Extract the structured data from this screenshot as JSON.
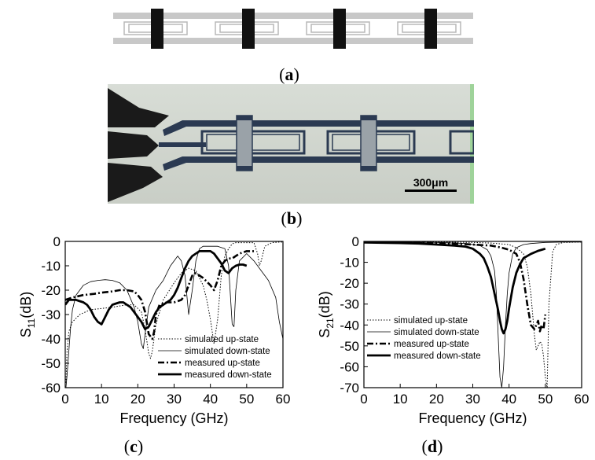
{
  "figure": {
    "panel_a_label": "(a)",
    "panel_a_letter": "a",
    "panel_b_label": "(b)",
    "panel_b_letter": "b",
    "panel_c_label": "(c)",
    "panel_c_letter": "c",
    "panel_d_label": "(d)",
    "panel_d_letter": "d",
    "scale_bar_text": "300μm"
  },
  "chart_data": [
    {
      "type": "line",
      "panel": "c",
      "xlabel": "Frequency (GHz)",
      "ylabel_main": "S",
      "ylabel_sub": "11",
      "ylabel_unit": "(dB)",
      "xlim": [
        0,
        60
      ],
      "ylim": [
        -60,
        0
      ],
      "xticks": [
        0,
        10,
        20,
        30,
        40,
        50,
        60
      ],
      "yticks": [
        0,
        -10,
        -20,
        -30,
        -40,
        -50,
        -60
      ],
      "legend_position": "bottom-right",
      "series": [
        {
          "name": "simulated up-state",
          "style": "dotted",
          "x": [
            0.2,
            0.5,
            1,
            2,
            4,
            7,
            10,
            13,
            15,
            17,
            19,
            21,
            22,
            23,
            23.5,
            24,
            25,
            27,
            30,
            32,
            34,
            36,
            38,
            39,
            40,
            41,
            42,
            43,
            44,
            45,
            46,
            47,
            48,
            50,
            52,
            53,
            53.5,
            54,
            55,
            57,
            59,
            60
          ],
          "y": [
            -58,
            -45,
            -37,
            -33,
            -30,
            -28,
            -27.5,
            -27,
            -26.5,
            -26,
            -26,
            -29,
            -36,
            -46,
            -48,
            -45,
            -34,
            -24,
            -17,
            -13,
            -11,
            -12,
            -18,
            -24,
            -32,
            -42,
            -32,
            -14,
            -6,
            -3,
            -1,
            -0.5,
            -0.5,
            -0.5,
            -0.5,
            -5,
            -10,
            -8,
            -2,
            -0.5,
            -0.3,
            -0.3
          ]
        },
        {
          "name": "simulated down-state",
          "style": "thin",
          "x": [
            0.2,
            0.5,
            1,
            1.5,
            2,
            3,
            5,
            7,
            9,
            11,
            13,
            15,
            17,
            19,
            20,
            21,
            21.5,
            22,
            23,
            25,
            27,
            29,
            31,
            32,
            33,
            34,
            35,
            36,
            37,
            38,
            40,
            42,
            44,
            45,
            46,
            46.5,
            47,
            48,
            50,
            52,
            54,
            56,
            58,
            59,
            60
          ],
          "y": [
            -60,
            -55,
            -45,
            -35,
            -28,
            -22,
            -18,
            -16.5,
            -16,
            -15.7,
            -16,
            -17,
            -20,
            -27,
            -33,
            -42,
            -44,
            -38,
            -27,
            -20,
            -16,
            -10,
            -6,
            -8,
            -14,
            -30,
            -20,
            -8,
            -3,
            -2,
            -2,
            -2,
            -3,
            -10,
            -34,
            -35,
            -20,
            -8,
            -5,
            -8,
            -12,
            -16,
            -23,
            -33,
            -40
          ]
        },
        {
          "name": "measured up-state",
          "style": "dashdot",
          "x": [
            0,
            2,
            5,
            8,
            10,
            13,
            15,
            17,
            19,
            20,
            21,
            22,
            23,
            24,
            24.5,
            25,
            26,
            28,
            30,
            32,
            33,
            34,
            35,
            36,
            38,
            40,
            41,
            42,
            43,
            44,
            45,
            46,
            47,
            48,
            50,
            52
          ],
          "y": [
            -24,
            -23,
            -22,
            -21.5,
            -21,
            -20.5,
            -20,
            -20,
            -20.5,
            -22,
            -24,
            -29,
            -38,
            -40,
            -37,
            -30,
            -26,
            -25,
            -25,
            -24,
            -22,
            -18,
            -14,
            -13,
            -15,
            -18,
            -20,
            -16,
            -10,
            -8,
            -7,
            -7,
            -6,
            -5,
            -4,
            -4
          ]
        },
        {
          "name": "measured down-state",
          "style": "thick",
          "x": [
            0,
            1,
            2,
            3,
            4,
            5,
            6,
            7,
            8,
            9,
            10,
            11,
            12,
            13,
            14,
            15,
            16,
            17,
            18,
            19,
            20,
            21,
            22,
            23,
            24,
            25,
            26,
            27,
            28,
            29,
            30,
            31,
            32,
            33,
            34,
            35,
            36,
            37,
            38,
            39,
            40,
            41,
            42,
            43,
            44,
            45,
            46,
            47,
            48,
            49,
            50
          ],
          "y": [
            -26,
            -24,
            -24,
            -24,
            -24.5,
            -25,
            -26,
            -28,
            -31,
            -33,
            -34,
            -31,
            -28,
            -26,
            -25.5,
            -25,
            -25,
            -26,
            -27,
            -29,
            -31,
            -33,
            -36,
            -35,
            -32,
            -29,
            -27,
            -26,
            -25,
            -24,
            -22,
            -19,
            -15,
            -11,
            -8,
            -6,
            -5,
            -4,
            -4,
            -4,
            -4,
            -5,
            -7,
            -9,
            -12,
            -13,
            -11,
            -10,
            -9.5,
            -9.5,
            -10
          ]
        }
      ]
    },
    {
      "type": "line",
      "panel": "d",
      "xlabel": "Frequency (GHz)",
      "ylabel_main": "S",
      "ylabel_sub": "21",
      "ylabel_unit": "(dB)",
      "xlim": [
        0,
        60
      ],
      "ylim": [
        -70,
        0
      ],
      "xticks": [
        0,
        10,
        20,
        30,
        40,
        50,
        60
      ],
      "yticks": [
        0,
        -10,
        -20,
        -30,
        -40,
        -50,
        -60,
        -70
      ],
      "legend_position": "bottom-left",
      "series": [
        {
          "name": "simulated up-state",
          "style": "dotted",
          "x": [
            0,
            5,
            10,
            20,
            30,
            35,
            40,
            42,
            44,
            45,
            46,
            47,
            47.5,
            48,
            48.5,
            49,
            49.5,
            50,
            50.5,
            51,
            52,
            53,
            55,
            60
          ],
          "y": [
            -0.1,
            -0.1,
            -0.2,
            -0.3,
            -0.5,
            -0.8,
            -1.5,
            -3,
            -6,
            -12,
            -25,
            -45,
            -52,
            -50,
            -48,
            -49,
            -55,
            -65,
            -70,
            -30,
            -5,
            -1.5,
            -0.5,
            -0.3
          ]
        },
        {
          "name": "simulated down-state",
          "style": "thin",
          "x": [
            0,
            10,
            20,
            28,
            32,
            34,
            35,
            36,
            36.5,
            37,
            37.5,
            38,
            38.5,
            39,
            39.5,
            40,
            41,
            42,
            44,
            46,
            50,
            55,
            60
          ],
          "y": [
            -0.2,
            -0.3,
            -0.5,
            -1,
            -2,
            -4,
            -7,
            -14,
            -25,
            -45,
            -65,
            -70,
            -60,
            -40,
            -25,
            -15,
            -6,
            -3,
            -1.5,
            -1,
            -0.5,
            -0.3,
            -0.3
          ]
        },
        {
          "name": "measured up-state",
          "style": "dashdot",
          "x": [
            0,
            10,
            20,
            25,
            30,
            35,
            38,
            40,
            42,
            43,
            44,
            45,
            46,
            47,
            48,
            48.5,
            49,
            49.5,
            50
          ],
          "y": [
            -0.3,
            -0.5,
            -0.8,
            -1,
            -1.5,
            -2,
            -3,
            -4,
            -6,
            -10,
            -18,
            -30,
            -40,
            -42,
            -38,
            -43,
            -40,
            -42,
            -35
          ]
        },
        {
          "name": "measured down-state",
          "style": "thick",
          "x": [
            0,
            10,
            15,
            20,
            25,
            28,
            30,
            32,
            33,
            34,
            35,
            36,
            37,
            37.5,
            38,
            38.5,
            39,
            39.5,
            40,
            41,
            42,
            43,
            44,
            46,
            48,
            50
          ],
          "y": [
            -0.5,
            -0.8,
            -1,
            -1.5,
            -2,
            -2.5,
            -3.5,
            -6,
            -8,
            -12,
            -17,
            -25,
            -33,
            -38,
            -42,
            -44,
            -42,
            -38,
            -32,
            -22,
            -15,
            -11,
            -8,
            -6,
            -4.5,
            -3.5
          ]
        }
      ]
    }
  ]
}
